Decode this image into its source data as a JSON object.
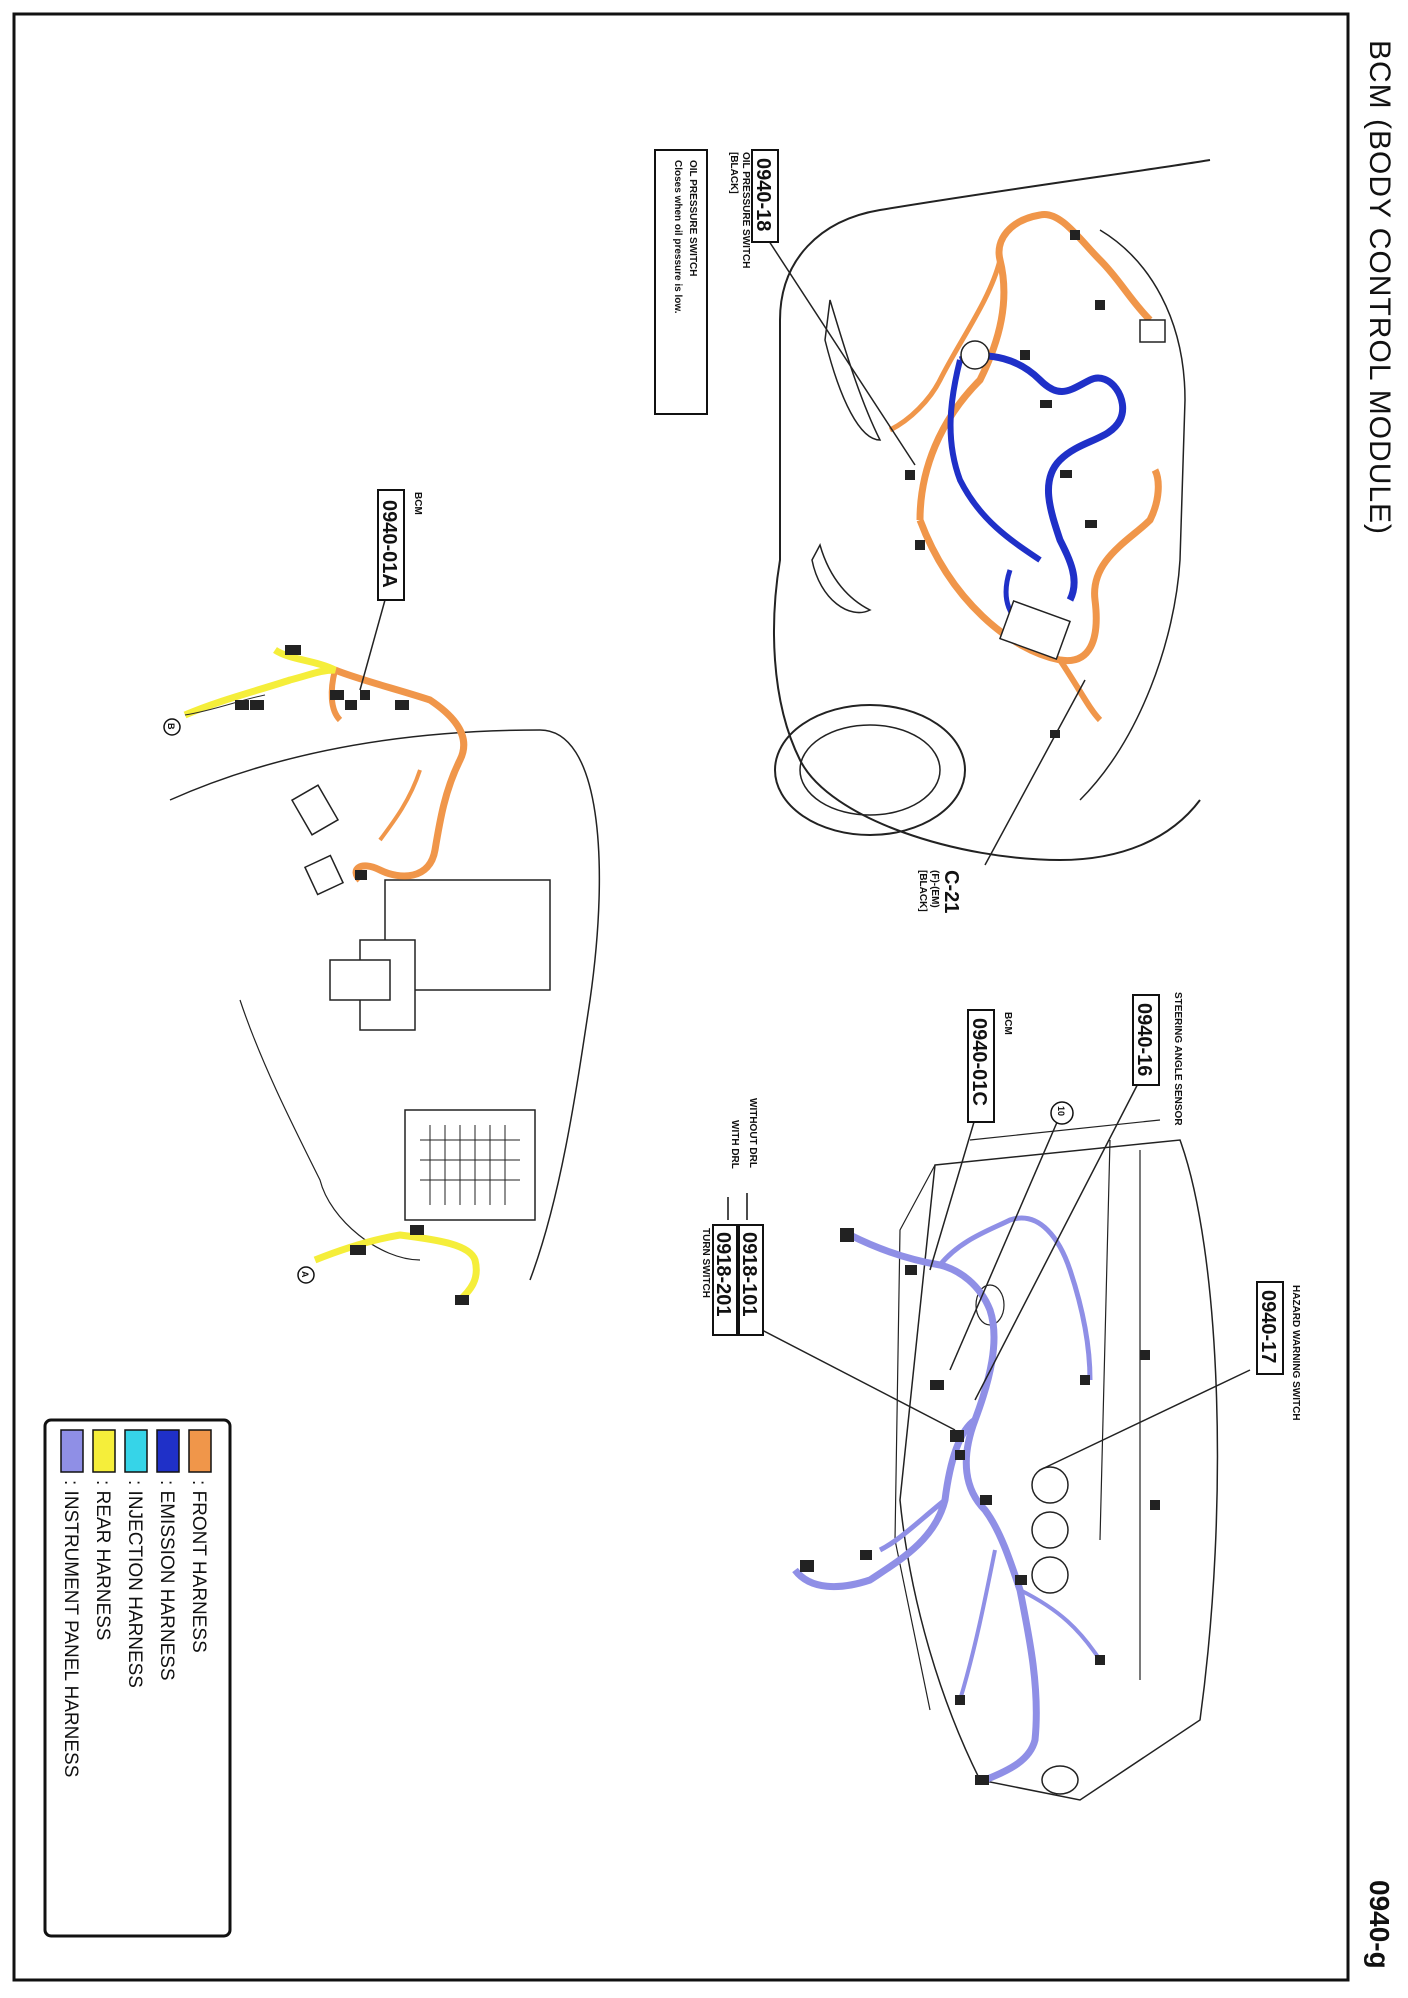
{
  "header": {
    "title": "BCM (BODY CONTROL MODULE)",
    "page_number": "0940-g"
  },
  "top_figure": {
    "oil_switch": {
      "code": "0940-18",
      "line1": "OIL PRESSURE SWITCH",
      "line2": "[BLACK]",
      "note_title": "OIL PRESSURE SWITCH",
      "note_text": "Closes when oil pressure is low."
    },
    "c21": {
      "code": "C-21",
      "line1": "(F)-(EM)",
      "line2": "[BLACK]"
    }
  },
  "left_figure": {
    "bcm_label": "BCM",
    "bcm_code": "0940-01A",
    "marker_a": "A",
    "marker_b": "B"
  },
  "right_figure": {
    "steering": {
      "label": "STEERING ANGLE SENSOR",
      "code": "0940-16"
    },
    "bcm": {
      "label": "BCM",
      "code": "0940-01C"
    },
    "marker_10": "10",
    "hazard": {
      "label": "HAZARD WARNING SWITCH",
      "code": "0940-17"
    },
    "turn": {
      "without_drl": "WITHOUT DRL",
      "with_drl": "WITH DRL",
      "code1": "0918-101",
      "code2": "0918-201",
      "label": "TURN SWITCH"
    }
  },
  "legend": {
    "items": [
      {
        "color": "#f0964a",
        "label": ": FRONT HARNESS"
      },
      {
        "color": "#1f30c8",
        "label": ": EMISSION HARNESS"
      },
      {
        "color": "#36d4e8",
        "label": ": INJECTION HARNESS"
      },
      {
        "color": "#f5ee3a",
        "label": ": REAR HARNESS"
      },
      {
        "color": "#8f8fe6",
        "label": ": INSTRUMENT PANEL HARNESS"
      }
    ]
  }
}
